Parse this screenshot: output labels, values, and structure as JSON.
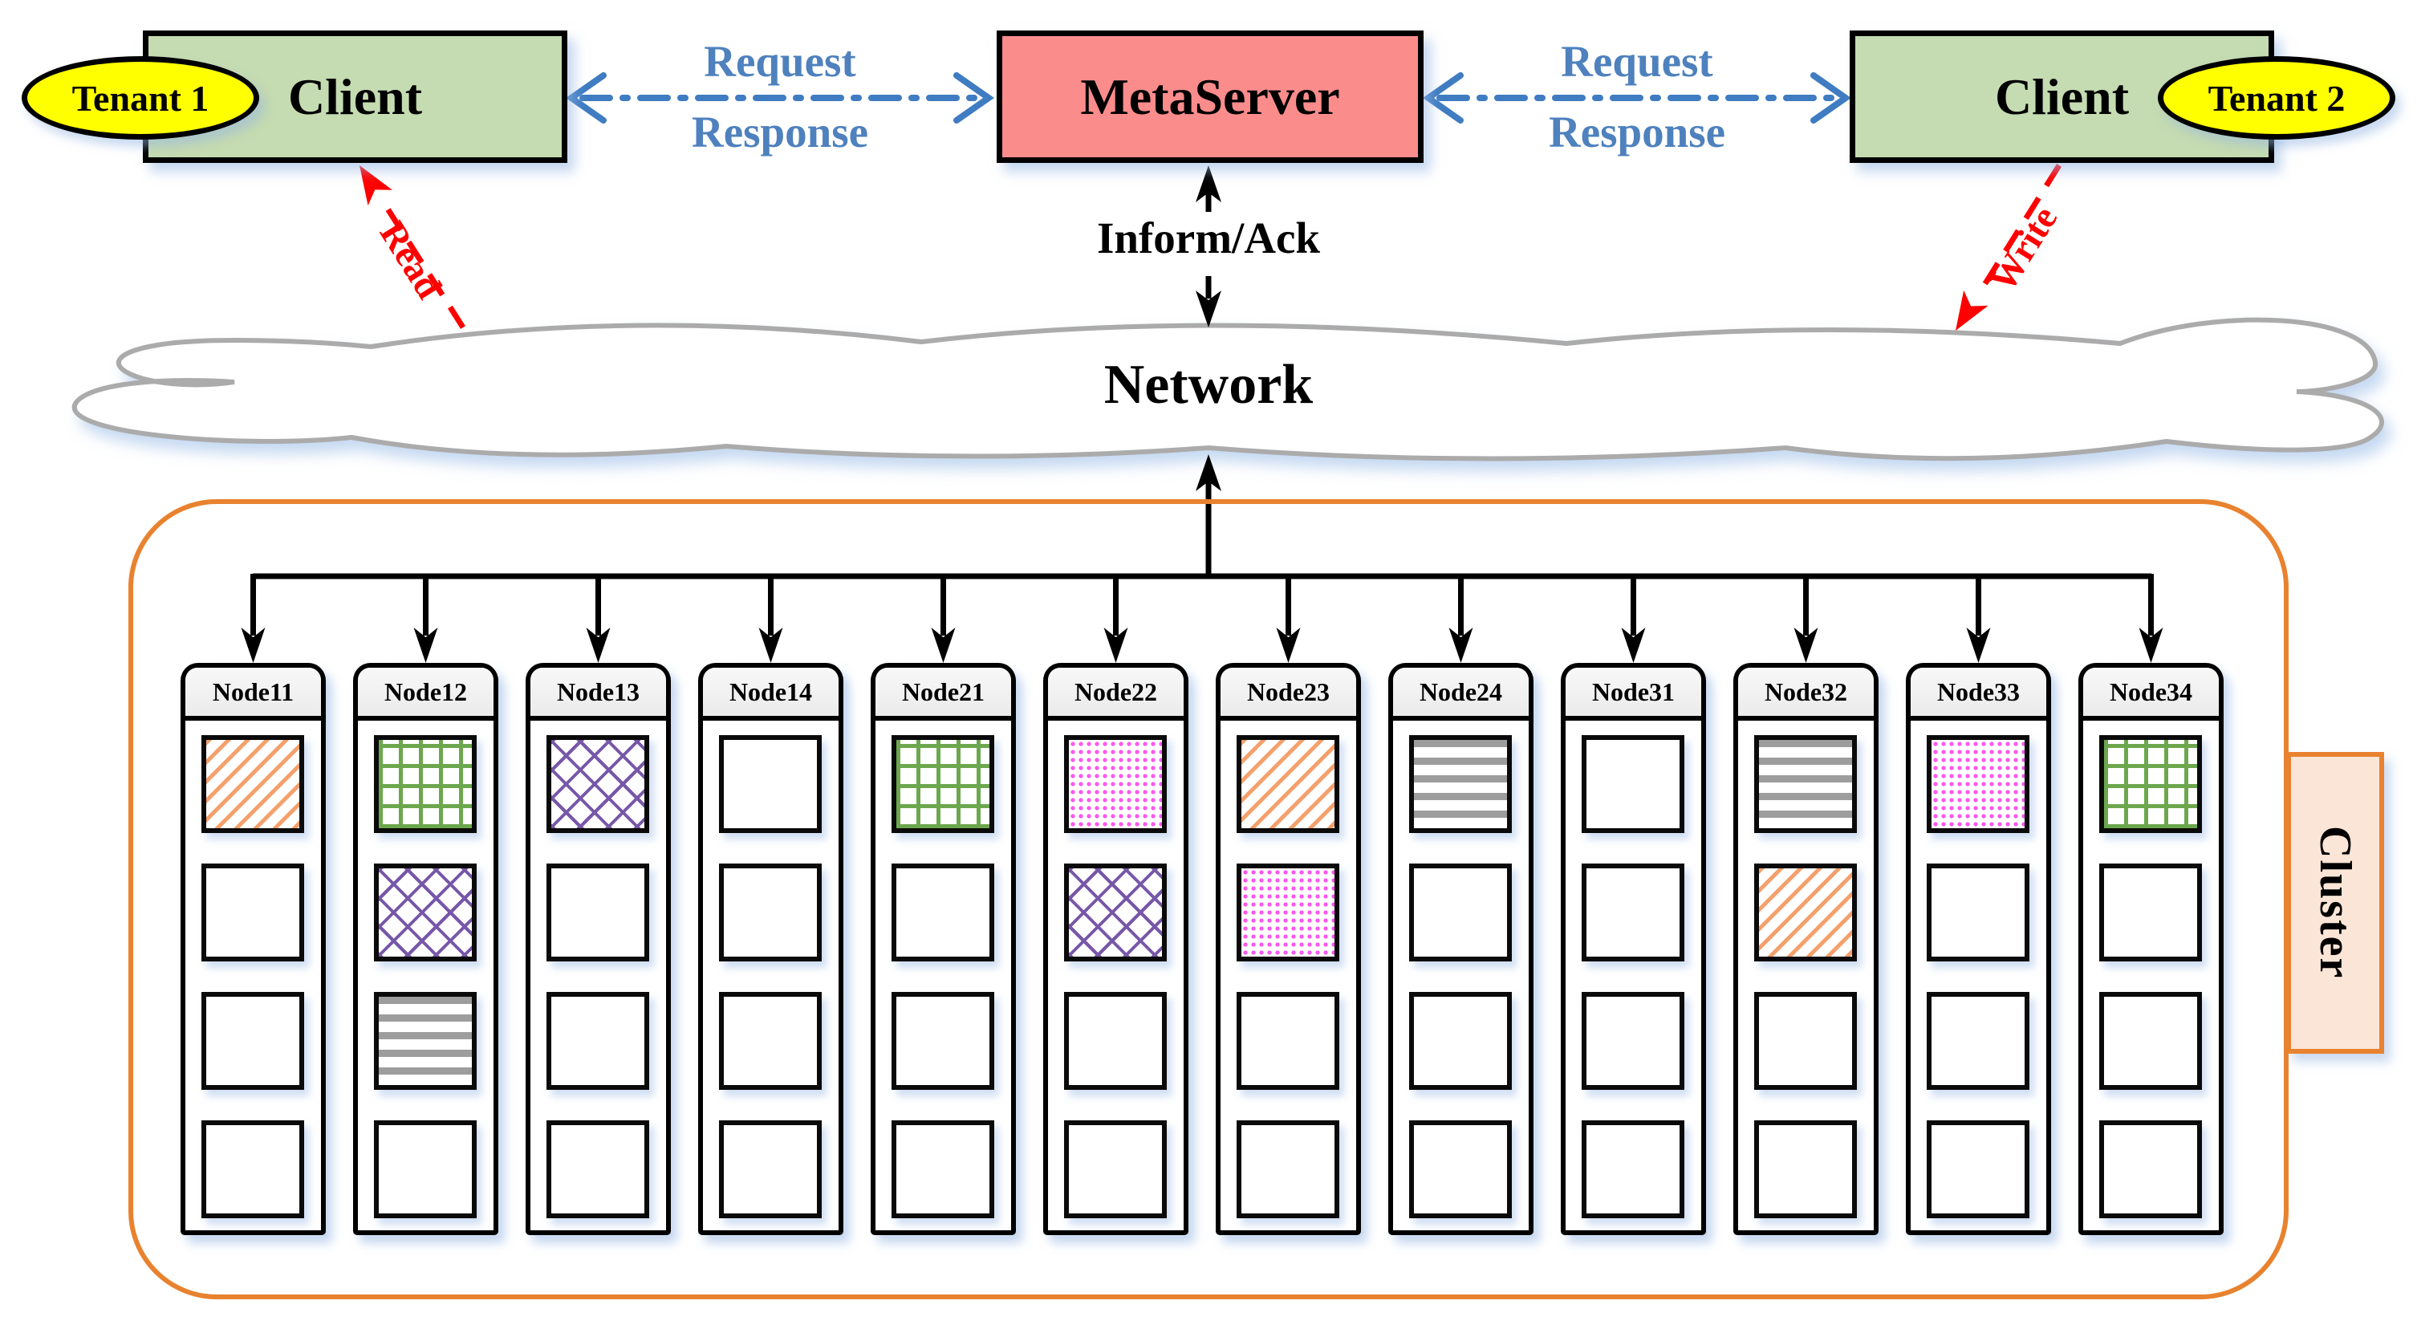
{
  "diagram": {
    "clients": [
      {
        "label": "Client",
        "tenant": "Tenant 1"
      },
      {
        "label": "Client",
        "tenant": "Tenant 2"
      }
    ],
    "metaserver": {
      "label": "MetaServer"
    },
    "links": {
      "request_response_left": {
        "line1": "Request",
        "line2": "Response"
      },
      "request_response_right": {
        "line1": "Request",
        "line2": "Response"
      },
      "inform_ack": {
        "label": "Inform/Ack"
      },
      "read": {
        "label": "Read"
      },
      "write": {
        "label": "Write"
      }
    },
    "network": {
      "label": "Network"
    },
    "cluster": {
      "label": "Cluster"
    },
    "nodes": [
      {
        "label": "Node11",
        "slots": [
          "orange",
          null,
          null,
          null
        ]
      },
      {
        "label": "Node12",
        "slots": [
          "green",
          "purple",
          "gray",
          null
        ]
      },
      {
        "label": "Node13",
        "slots": [
          "purple",
          null,
          null,
          null
        ]
      },
      {
        "label": "Node14",
        "slots": [
          null,
          null,
          null,
          null
        ]
      },
      {
        "label": "Node21",
        "slots": [
          "green",
          null,
          null,
          null
        ]
      },
      {
        "label": "Node22",
        "slots": [
          "magenta",
          "purple",
          null,
          null
        ]
      },
      {
        "label": "Node23",
        "slots": [
          "orange",
          "magenta",
          null,
          null
        ]
      },
      {
        "label": "Node24",
        "slots": [
          "gray",
          null,
          null,
          null
        ]
      },
      {
        "label": "Node31",
        "slots": [
          null,
          null,
          null,
          null
        ]
      },
      {
        "label": "Node32",
        "slots": [
          "gray",
          "orange",
          null,
          null
        ]
      },
      {
        "label": "Node33",
        "slots": [
          "magenta",
          null,
          null,
          null
        ]
      },
      {
        "label": "Node34",
        "slots": [
          "green",
          null,
          null,
          null
        ]
      }
    ],
    "patterns": {
      "orange": "orange-diagonal-stripes",
      "green": "green-grid",
      "purple": "purple-diamond-lattice",
      "magenta": "magenta-dots",
      "gray": "gray-horizontal-stripes"
    },
    "colors": {
      "client_fill": "#C5DBB1",
      "metaserver_fill": "#FB8C8C",
      "tenant_fill": "#FFFF00",
      "request_response_blue": "#4E81BD",
      "read_write_red": "#FF0000",
      "cluster_border": "#E8822F",
      "cluster_tab_fill": "#FBE5D6",
      "cloud_stroke": "#ABABAB",
      "pattern_orange": "#F5A06B",
      "pattern_green": "#6CA74D",
      "pattern_purple": "#7757A8",
      "pattern_magenta": "#FF55F0",
      "pattern_gray": "#9D9D9D"
    }
  }
}
